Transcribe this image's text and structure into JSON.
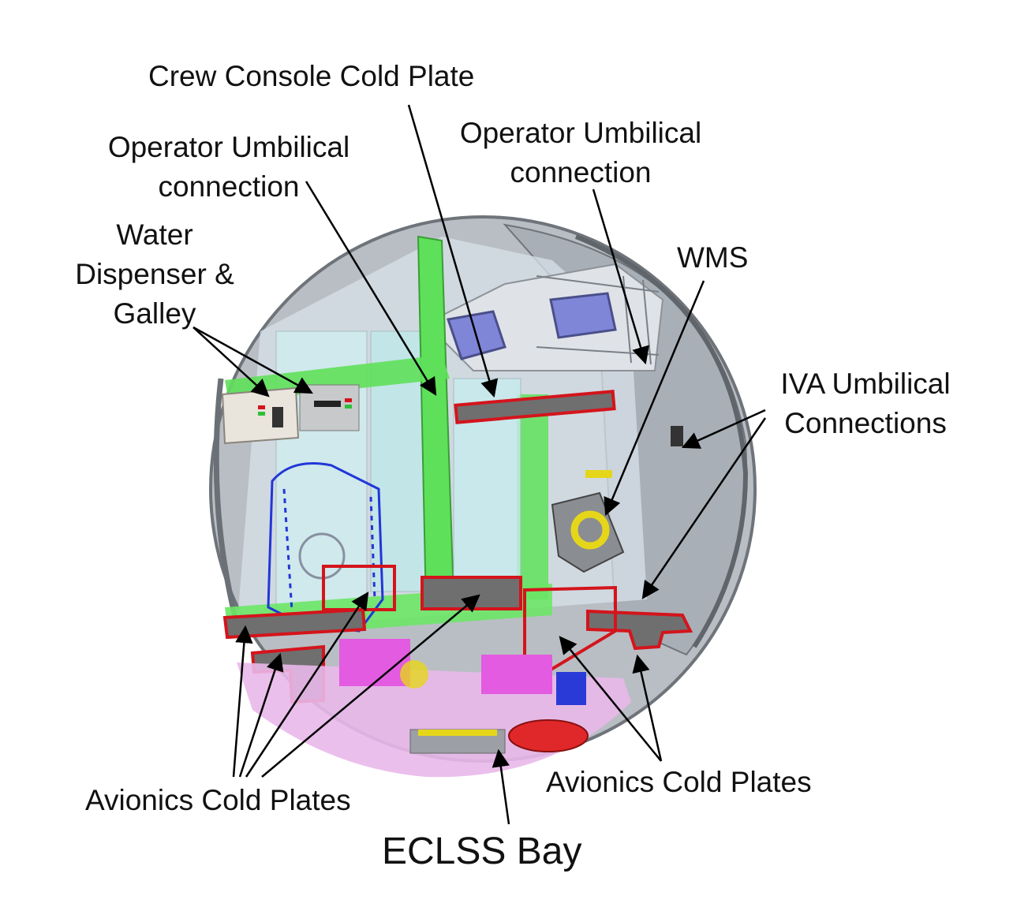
{
  "labels": {
    "crew_console_cold_plate": "Crew Console Cold Plate",
    "operator_umbilical_left_line1": "Operator Umbilical",
    "operator_umbilical_left_line2": "connection",
    "operator_umbilical_right_line1": "Operator Umbilical",
    "operator_umbilical_right_line2": "connection",
    "water_line1": "Water",
    "water_line2": "Dispenser &",
    "water_line3": "Galley",
    "wms": "WMS",
    "iva_line1": "IVA Umbilical",
    "iva_line2": "Connections",
    "avionics_left": "Avionics Cold Plates",
    "avionics_right": "Avionics Cold Plates",
    "eclss_bay": "ECLSS Bay"
  },
  "colors": {
    "hull": "#b9bec4",
    "hull_dark": "#8d9399",
    "interior": "#d8e2ea",
    "rack_glass": "#cfeef0",
    "green_structure": "#5fe05a",
    "cold_plate_outline": "#d4141c",
    "cold_plate_fill": "#6f6f6f",
    "magenta": "#e35be0",
    "eclss_pink": "#e9b8ea",
    "wireframe_blue": "#2236d8",
    "window_blue": "#7f86d8",
    "yellow": "#e6d61a",
    "tank_red": "#e0282a",
    "arrow": "#000000"
  }
}
